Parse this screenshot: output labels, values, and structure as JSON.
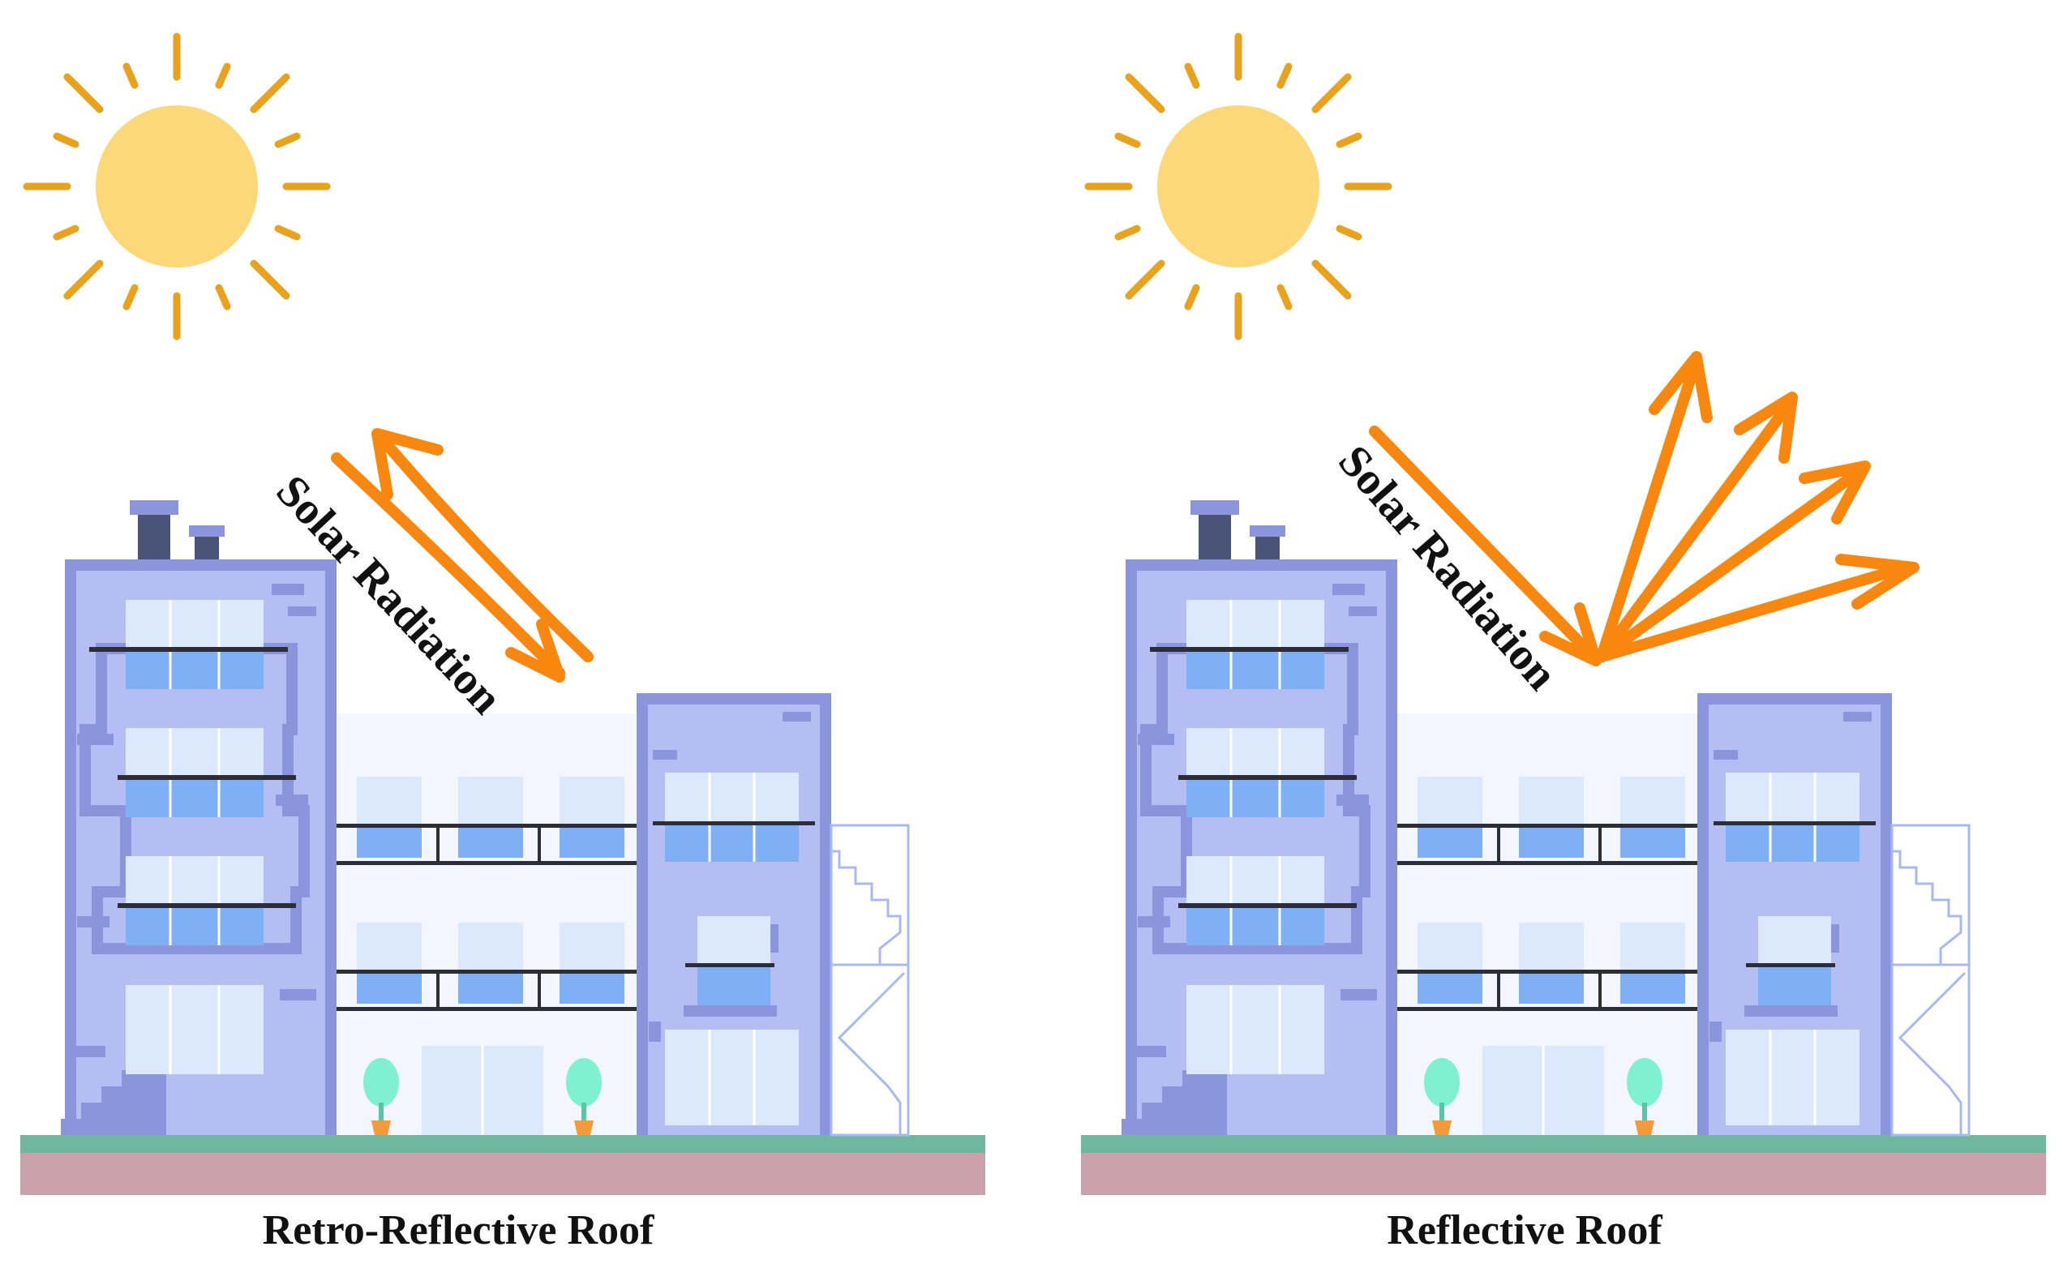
{
  "panels": [
    {
      "id": "retro-reflective",
      "caption": "Retro-Reflective Roof",
      "radiation_label": "Solar Radiation",
      "reflection": "retro"
    },
    {
      "id": "reflective",
      "caption": "Reflective Roof",
      "radiation_label": "Solar Radiation",
      "reflection": "scattered"
    }
  ],
  "colors": {
    "sun_fill": "#FDD878",
    "sun_rays": "#E9A21C",
    "arrow": "#F7870F",
    "building_main": "#B5BEF2",
    "building_dark": "#8B95DC",
    "window": "#7FB0F5",
    "window_light": "#DCE8FB",
    "ground_top": "#6FB8A0",
    "ground_bottom": "#C9A2AD",
    "chimney": "#4A5478",
    "plant": "#7FF0D0",
    "pot": "#F39A3B"
  },
  "icons": [
    "sun-icon",
    "building-icon",
    "plant-icon",
    "arrow-icon"
  ]
}
